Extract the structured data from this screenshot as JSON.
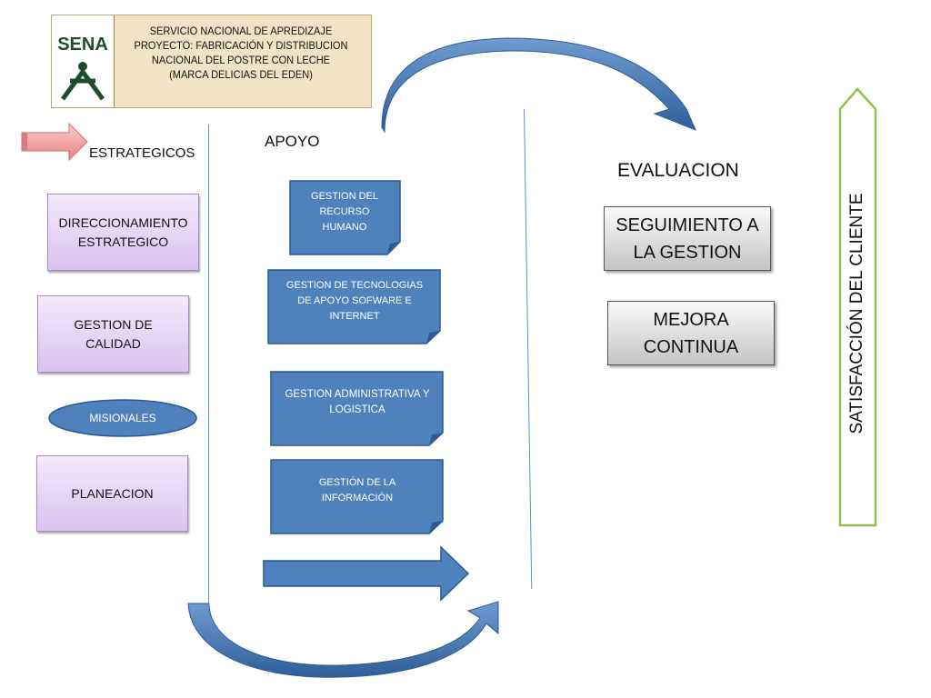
{
  "header": {
    "logo_text": "SENA",
    "lines": [
      "SERVICIO NACIONAL DE APREDIZAJE",
      "PROYECTO: FABRICACIÓN Y DISTRIBUCION",
      "NACIONAL DEL POSTRE CON LECHE",
      "(MARCA DELICIAS DEL EDEN)"
    ]
  },
  "estrategicos": {
    "label": "ESTRATEGICOS",
    "boxes": [
      "DIRECCIONAMIENTO ESTRATEGICO",
      "GESTION DE CALIDAD"
    ],
    "misionales": "MISIONALES",
    "planeacion": "PLANEACION"
  },
  "apoyo": {
    "label": "APOYO",
    "boxes": [
      "GESTION DEL RECURSO HUMANO",
      "GESTION DE TECNOLOGIAS DE APOYO SOFWARE E INTERNET",
      "GESTION  ADMINISTRATIVA Y LOGISTICA",
      "GESTIÓN DE LA INFORMACIÓN"
    ]
  },
  "evaluacion": {
    "label": "EVALUACION",
    "boxes": [
      "SEGUIMIENTO A LA GESTION",
      "MEJORA CONTINUA"
    ]
  },
  "satisfaccion": "SATISFACCIÓN DEL CLIENTE",
  "colors": {
    "purple_fill": "#d9c3ef",
    "blue_fill": "#4f81bd",
    "blue_dark": "#2c5a92",
    "arrow_pink": "#f4a0a0",
    "green_outline": "#8fc34a"
  }
}
